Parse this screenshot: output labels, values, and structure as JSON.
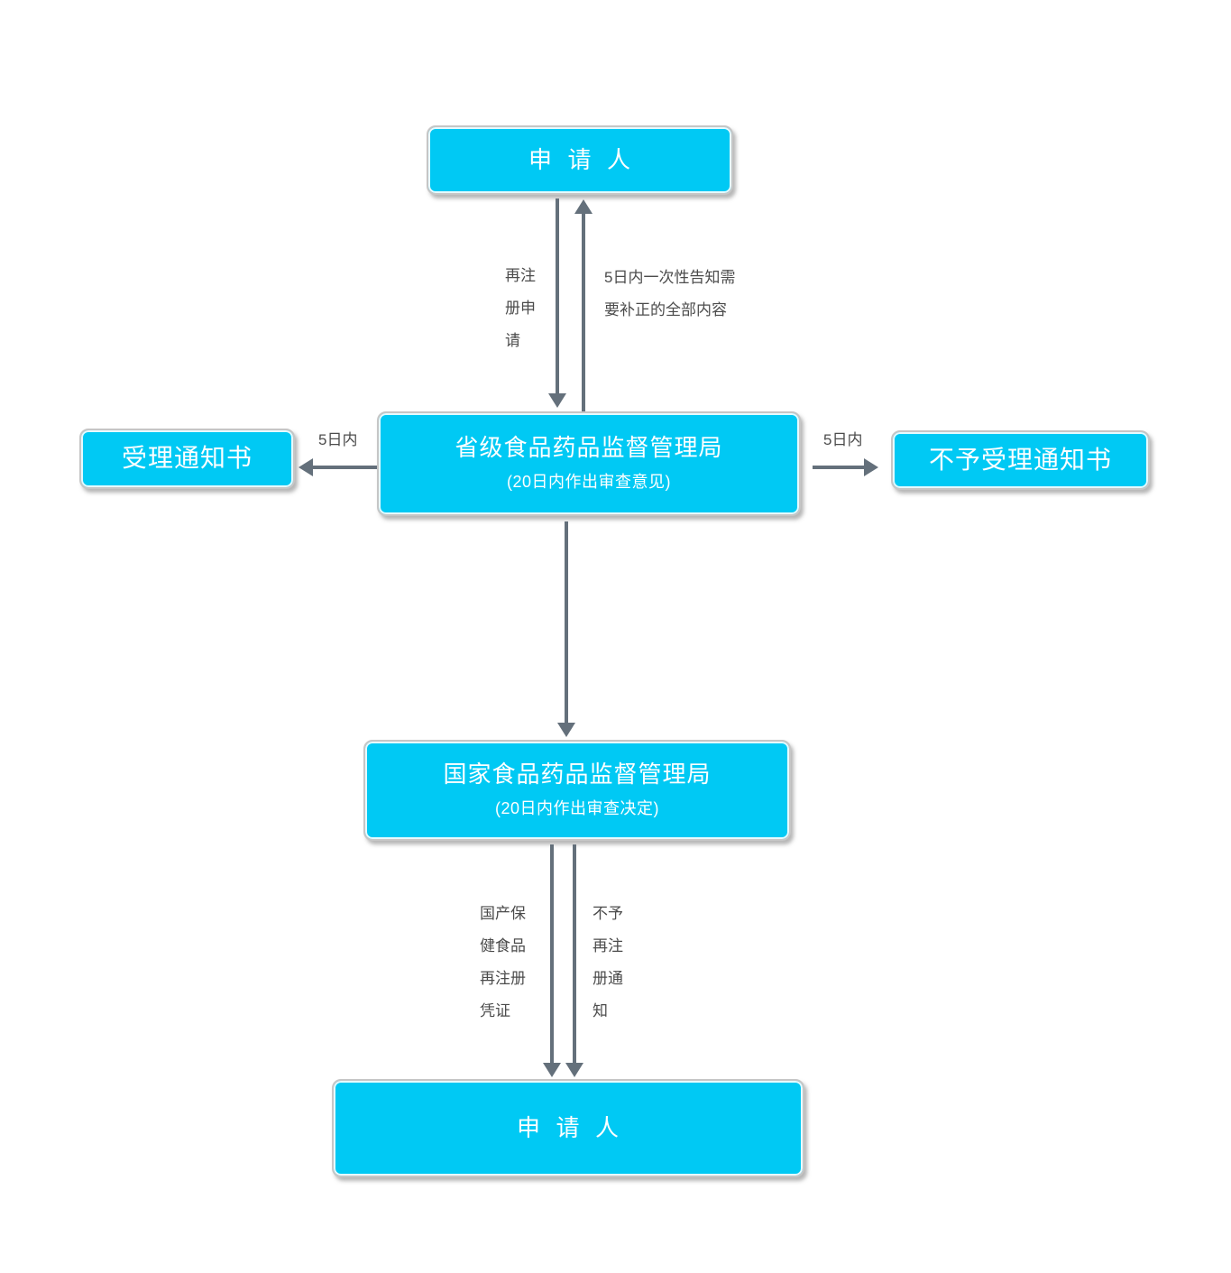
{
  "diagram": {
    "nodes": {
      "applicant_top": {
        "label": "申  请  人"
      },
      "provincial": {
        "label": "省级食品药品监督管理局",
        "sub": "(20日内作出审查意见)"
      },
      "acceptance": {
        "label": "受理通知书"
      },
      "rejection": {
        "label": "不予受理通知书"
      },
      "national": {
        "label": "国家食品药品监督管理局",
        "sub": "(20日内作出审查决定)"
      },
      "applicant_bottom": {
        "label": "申  请  人"
      }
    },
    "labels": {
      "reregister": {
        "l1": "再注",
        "l2": "册申",
        "l3": "请"
      },
      "supplement": {
        "l1": "5日内一次性告知需",
        "l2": "要补正的全部内容"
      },
      "five_days_left": "5日内",
      "five_days_right": "5日内",
      "certificate": {
        "l1": "国产保",
        "l2": "健食品",
        "l3": "再注册",
        "l4": "凭证"
      },
      "no_reregister": {
        "l1": "不予",
        "l2": "再注",
        "l3": "册通",
        "l4": "知"
      }
    },
    "colors": {
      "node_fill": "#00c9f4",
      "node_text": "#ffffff",
      "arrow": "#64707b",
      "label_text": "#4c4c4c"
    }
  }
}
